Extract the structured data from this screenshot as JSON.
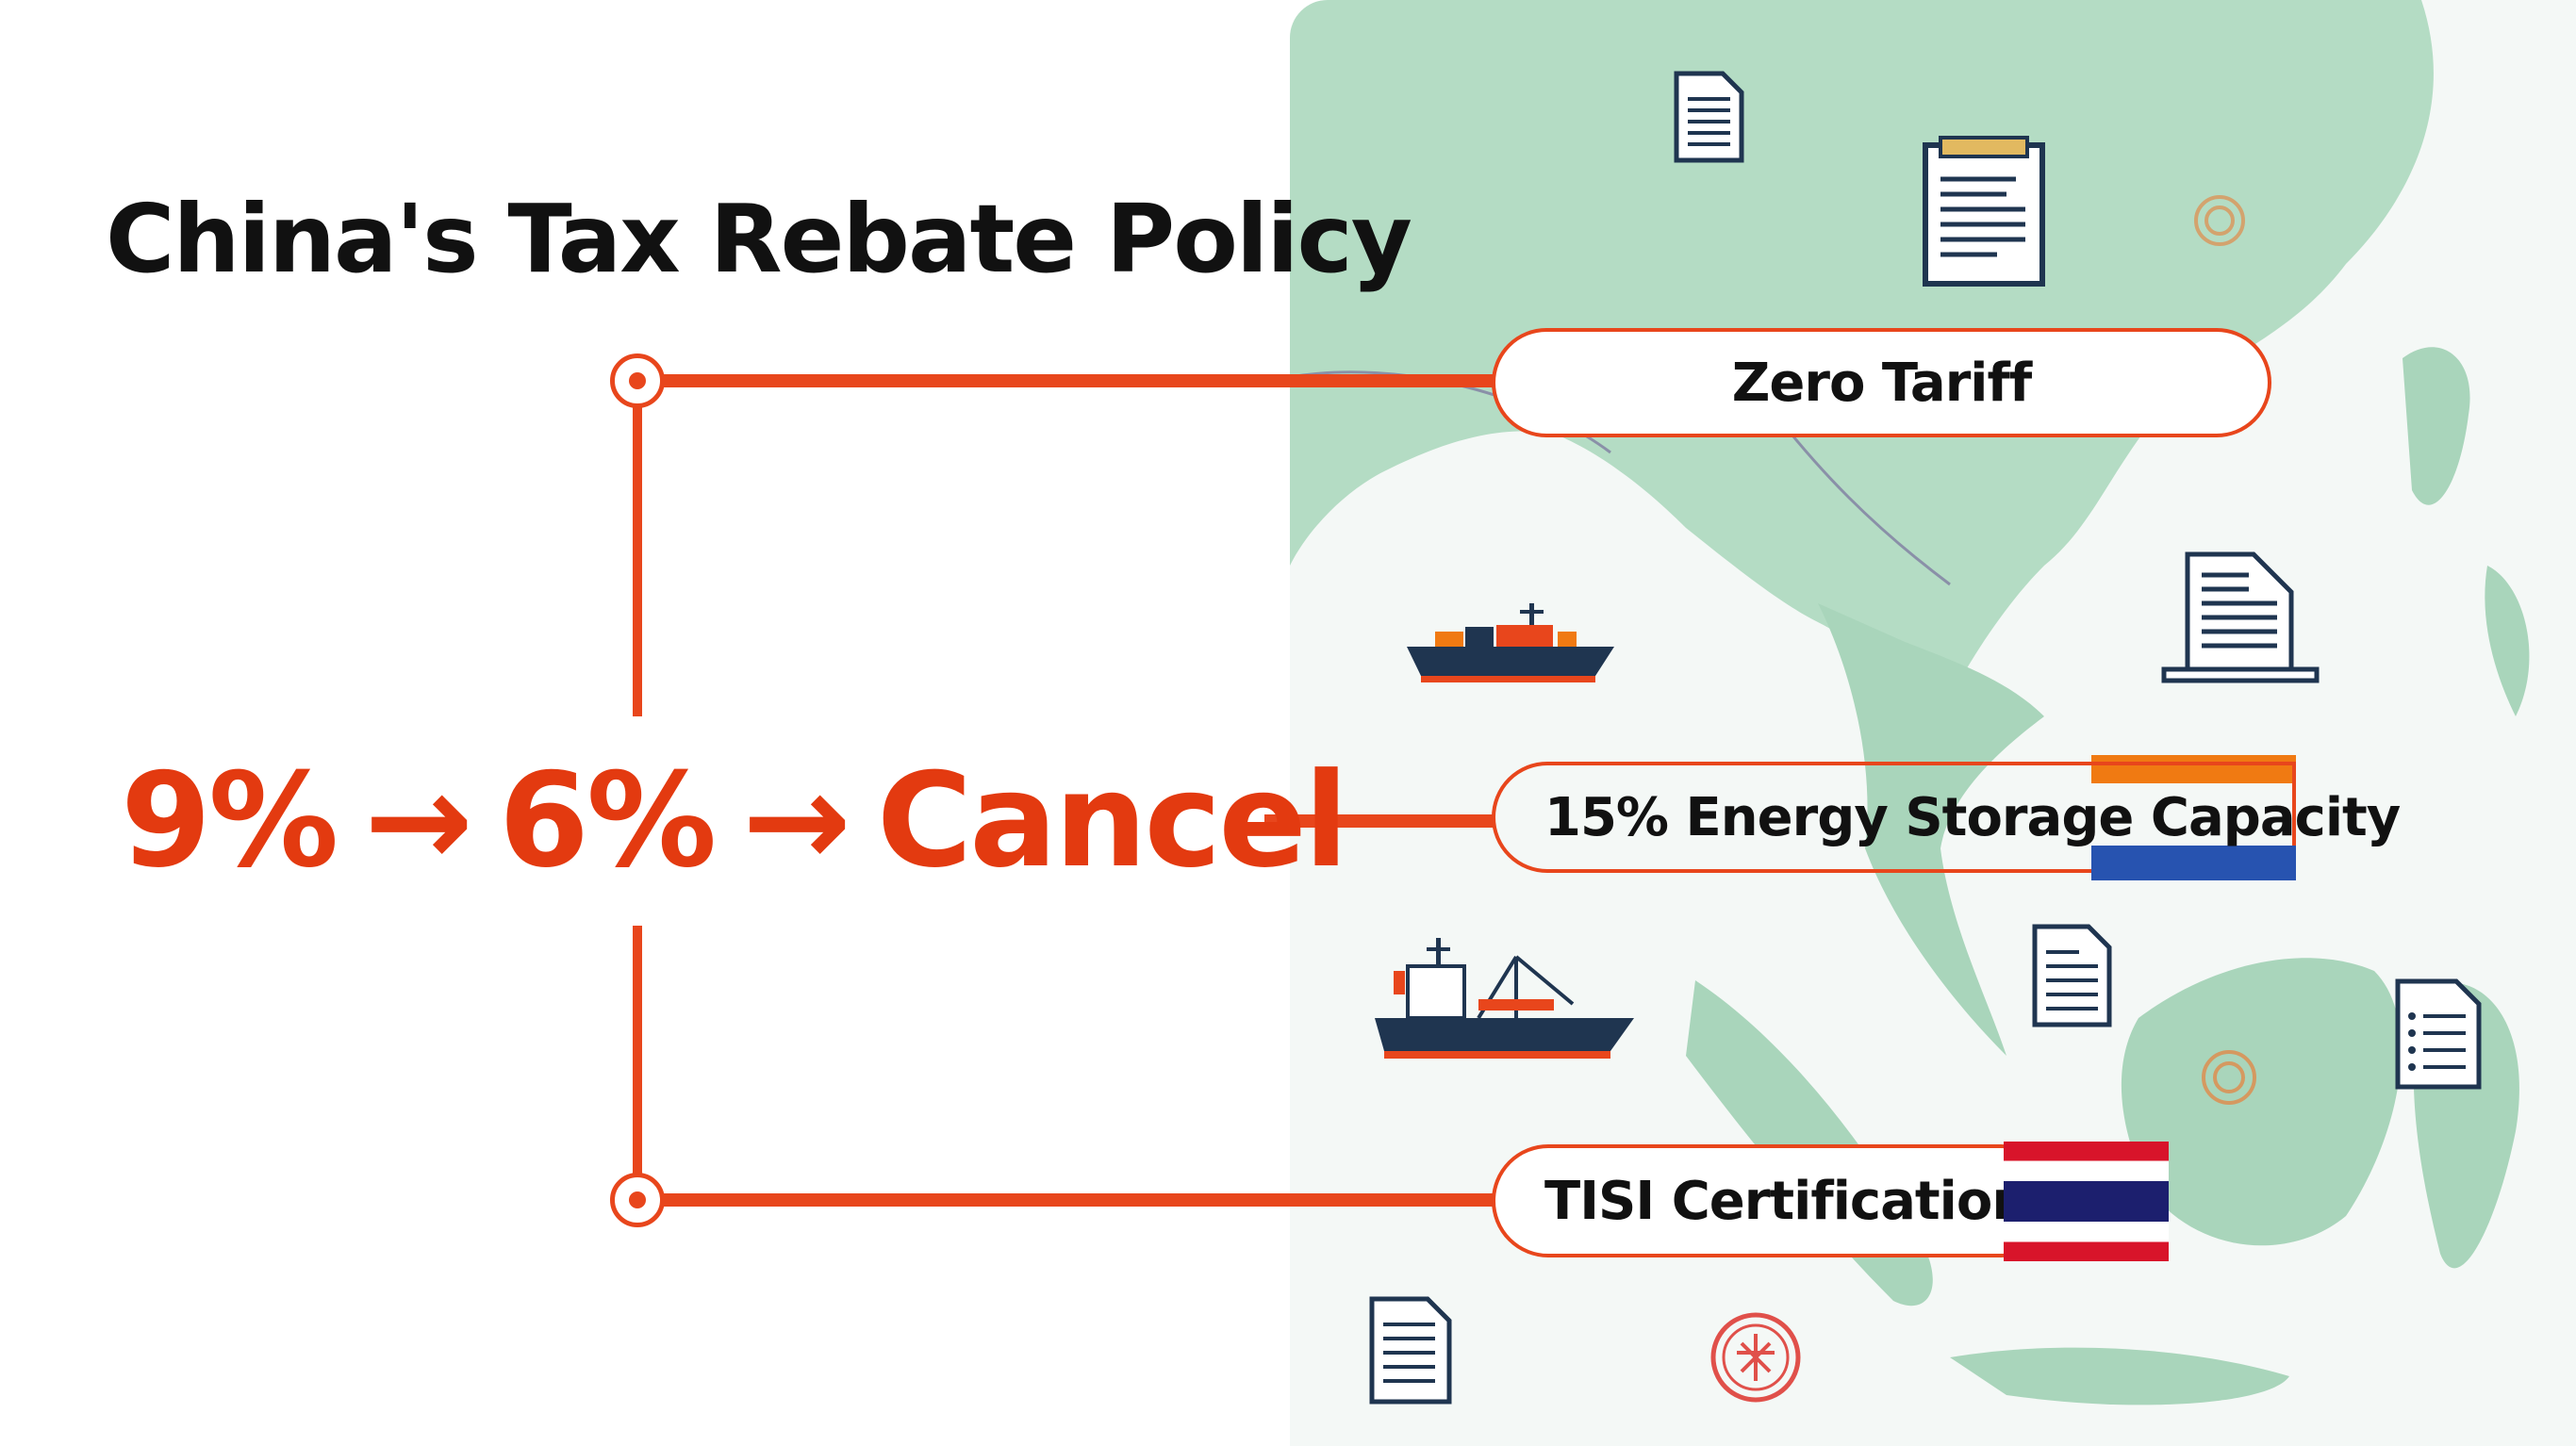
{
  "title": "China's Tax Rebate Policy",
  "flow": {
    "step1": "9%",
    "arrow1": "→",
    "step2": "6%",
    "arrow2": "→",
    "step3": "Cancel"
  },
  "items": [
    {
      "label": "Zero Tariff"
    },
    {
      "label": "15% Energy Storage Capacity"
    },
    {
      "label": "TISI Certification"
    }
  ],
  "colors": {
    "accent": "#e8461c",
    "map_land": "#a9d5bb",
    "map_water": "#f4f8f6",
    "navy": "#1f3550",
    "flag_orange": "#f07a12",
    "flag_blue": "#2753b0",
    "thai_red": "#d8142a",
    "thai_navy": "#1c1f6e"
  }
}
